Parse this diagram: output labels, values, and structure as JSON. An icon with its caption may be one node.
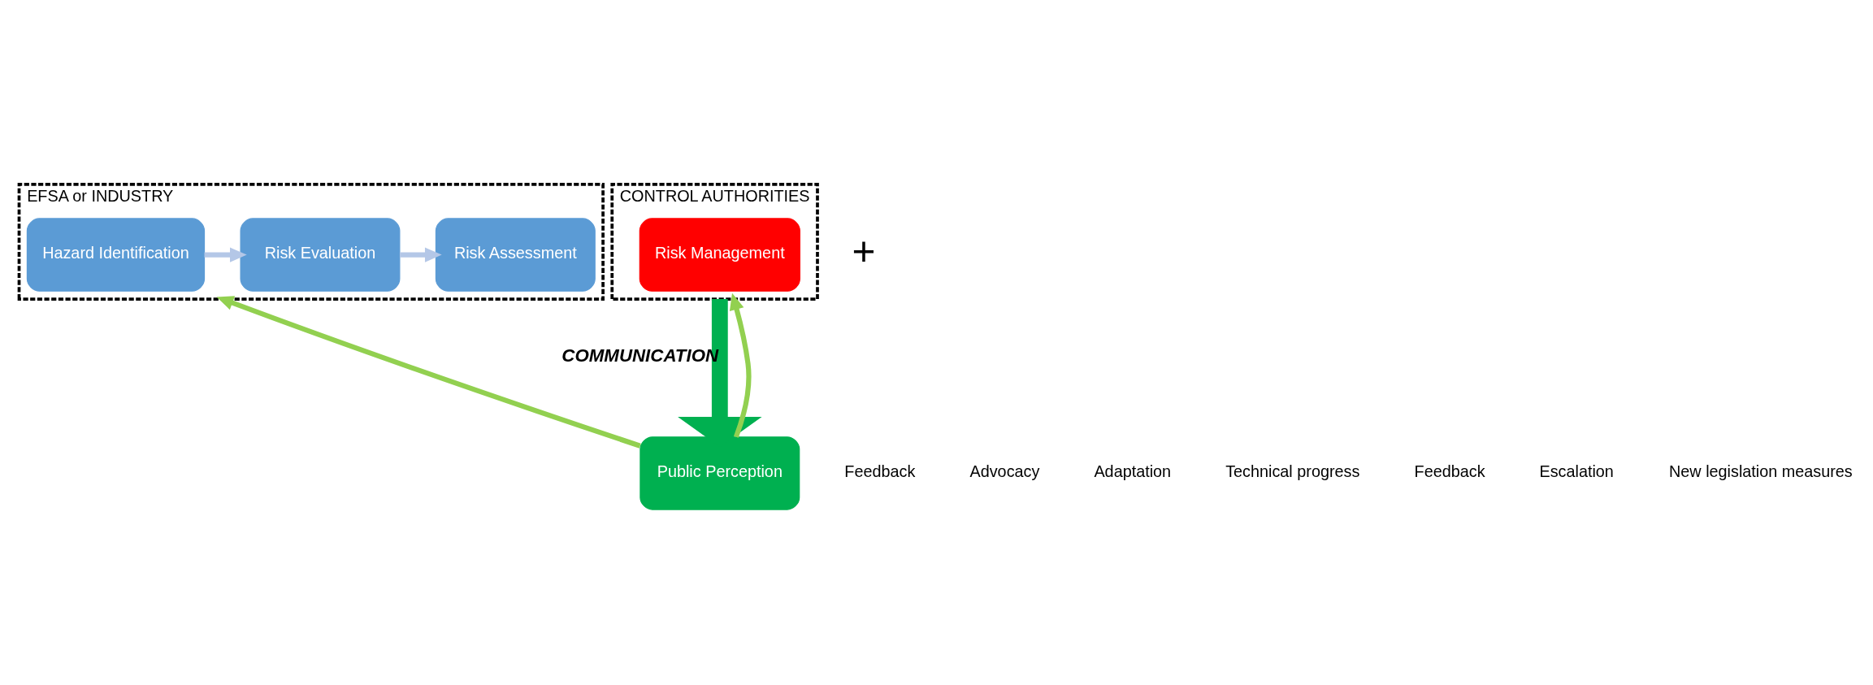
{
  "diagram": {
    "nodes": [
      {
        "text": [
          "EFSA or INDUSTRY"
        ]
      },
      {
        "text": [
          "Hazard Identification"
        ],
        "in": 0
      },
      {
        "text": [
          "Risk Evaluation"
        ],
        "in": 0
      },
      {
        "text": [
          "Risk Assessment"
        ],
        "in": 0
      },
      {
        "text": [
          "CONTROL AUTHORITIES"
        ]
      },
      {
        "text": [
          "Risk Management"
        ],
        "in": 4
      },
      {
        "text": [
          "Public Perception"
        ]
      }
    ],
    "edges": [
      {
        "from": 1,
        "to": 2,
        "arrow": "to",
        "color": "#b4c7e7"
      },
      {
        "from": 2,
        "to": 3,
        "arrow": "to",
        "color": "#b4c7e7"
      },
      {
        "from": 4,
        "to": 6,
        "arrow": "to",
        "label": "COMMUNICATION",
        "style": "thick",
        "color": "#00b050"
      },
      {
        "from": 6,
        "to": 0,
        "arrow": "to",
        "color": "#92d050"
      },
      {
        "from": 6,
        "to": 4,
        "arrow": "to",
        "color": "#92d050"
      }
    ],
    "labels": [
      "+",
      "Feedback",
      "Advocacy",
      "Adaptation",
      "Technical progress",
      "Feedback",
      "Escalation",
      "New legislation measures"
    ]
  }
}
